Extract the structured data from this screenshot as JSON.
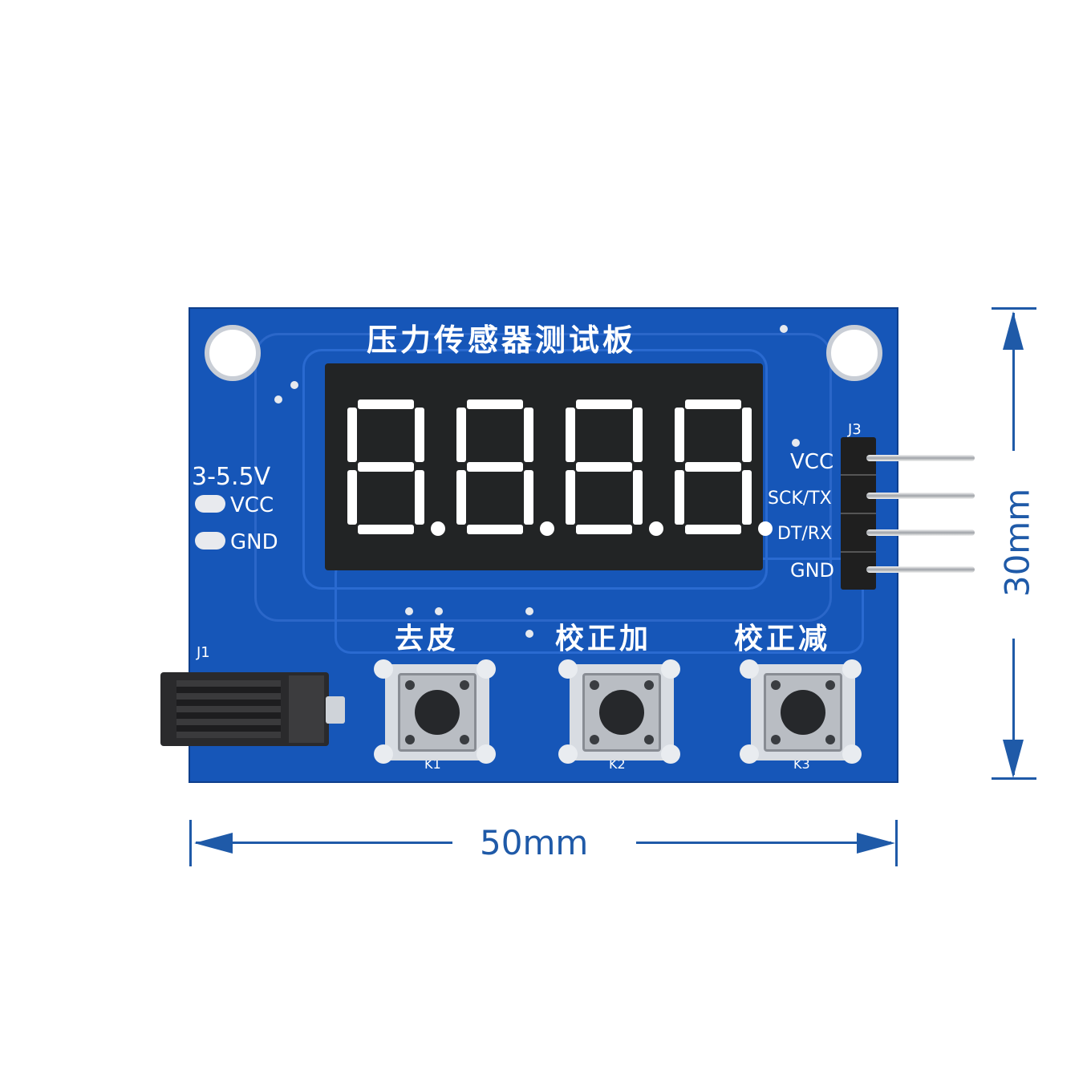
{
  "board": {
    "title": "压力传感器测试板",
    "voltage": "3-5.5V",
    "power_pins": [
      "VCC",
      "GND"
    ],
    "connector_j1": "J1",
    "connector_j3": "J3",
    "j3_pins": [
      "VCC",
      "SCK/TX",
      "DT/RX",
      "GND"
    ],
    "buttons": [
      {
        "label": "去皮",
        "ref": "K1"
      },
      {
        "label": "校正加",
        "ref": "K2"
      },
      {
        "label": "校正减",
        "ref": "K3"
      }
    ]
  },
  "display": {
    "digits": 4,
    "text": "8.8.8.8."
  },
  "dimensions": {
    "width": "50mm",
    "height": "30mm"
  },
  "colors": {
    "pcb": "#1656b8",
    "dimension": "#1f5aa8"
  }
}
